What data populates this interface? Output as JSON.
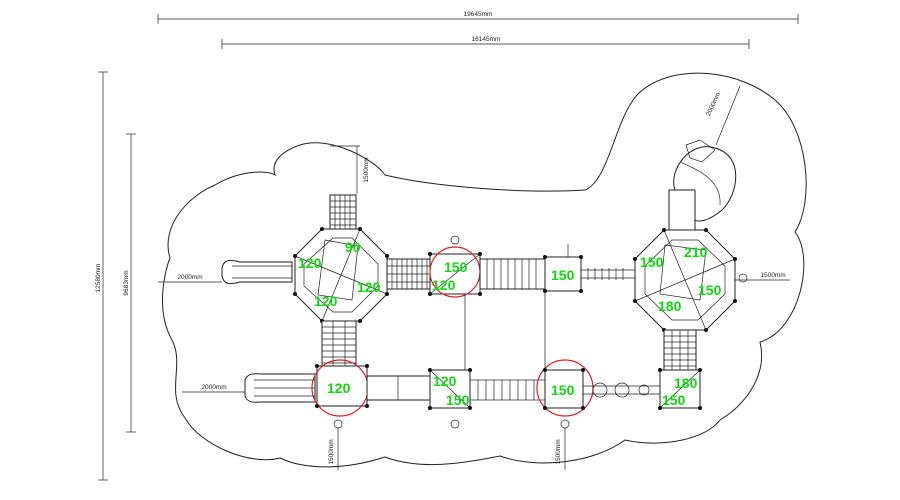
{
  "dimensions": {
    "overall_width": "19645mm",
    "inner_width": "16145mm",
    "overall_depth": "12580mm",
    "inner_depth": "9683mm",
    "top_clearance": "1500mm",
    "right_clearance": "1500mm",
    "left_slide_top": "2000mm",
    "left_slide_bottom": "2000mm",
    "bottom_clear_left": "1500mm",
    "bottom_clear_mid": "1500mm",
    "tube_slide_radius": "2000mm"
  },
  "heights": {
    "left_octagon_top": "90",
    "left_octagon_left": "120",
    "left_octagon_right": "120",
    "left_octagon_bottom": "120",
    "bridge_deck_top": "150",
    "bridge_deck_bottom": "120",
    "mid_deck": "150",
    "right_octagon_top": "210",
    "right_octagon_left": "150",
    "right_octagon_right": "150",
    "right_octagon_bottom": "180",
    "lower_left_deck": "120",
    "lower_mid_deck_top": "120",
    "lower_mid_deck_bottom": "150",
    "lower_center_deck": "150",
    "lower_right_deck_top": "180",
    "lower_right_deck_bottom": "150"
  },
  "colors": {
    "line": "#222222",
    "height_label": "#14d414",
    "highlight_circle": "#d32626"
  }
}
